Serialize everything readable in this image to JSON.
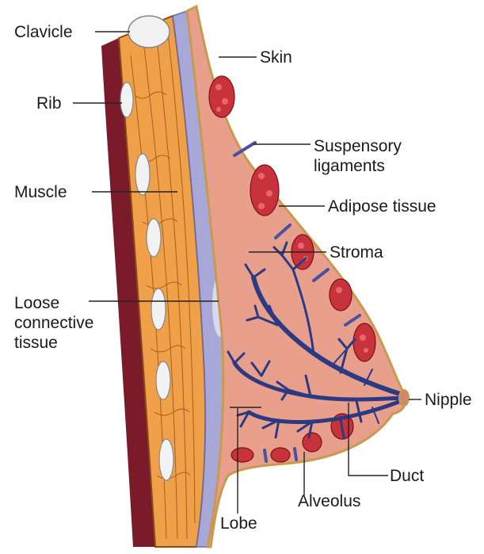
{
  "diagram": {
    "labels": {
      "clavicle": "Clavicle",
      "rib": "Rib",
      "muscle": "Muscle",
      "loose_connective_tissue": "Loose\nconnective\ntissue",
      "skin": "Skin",
      "suspensory_ligaments": "Suspensory\nligaments",
      "adipose_tissue": "Adipose tissue",
      "stroma": "Stroma",
      "nipple": "Nipple",
      "duct": "Duct",
      "alveolus": "Alveolus",
      "lobe": "Lobe"
    },
    "colors": {
      "skin_outline": "#c89a50",
      "stroma": "#e8a08c",
      "muscle": "#f0a048",
      "fascia": "#a8a8d8",
      "rib_band": "#7a1a2a",
      "bone": "#f2f2f2",
      "duct": "#2b3a82",
      "lobule": "#c8323a",
      "ligament": "#4a52a0"
    }
  }
}
